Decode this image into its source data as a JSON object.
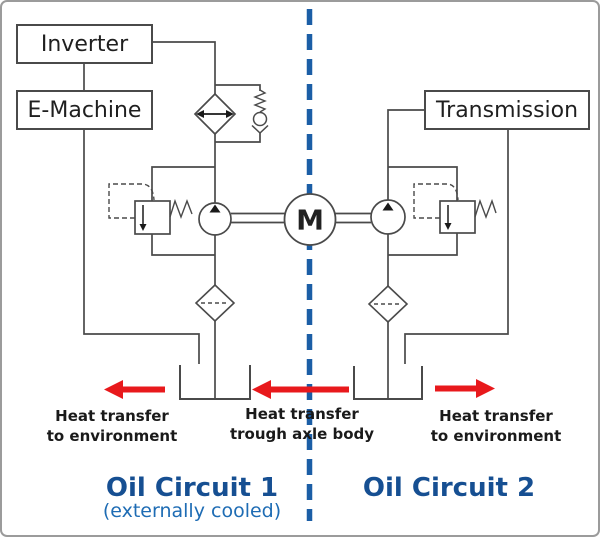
{
  "colors": {
    "line": "#4a4a4a",
    "divider_blue": "#1b5ea6",
    "arrow_red": "#e8191c",
    "circuit_title_blue": "#164f92",
    "circuit_subtitle_blue": "#1e6cb4",
    "label_text": "#1a1a1a"
  },
  "boxes": {
    "inverter": "Inverter",
    "e_machine": "E-Machine",
    "transmission": "Transmission"
  },
  "motor": {
    "label": "M"
  },
  "heat_labels": {
    "left": {
      "line1": "Heat transfer",
      "line2": "to environment"
    },
    "center": {
      "line1": "Heat transfer",
      "line2": "trough axle body"
    },
    "right": {
      "line1": "Heat transfer",
      "line2": "to environment"
    }
  },
  "circuits": {
    "left": {
      "title": "Oil Circuit 1",
      "subtitle": "(externally cooled)"
    },
    "right": {
      "title": "Oil Circuit 2"
    }
  },
  "symbols": [
    "heat-exchanger",
    "check-valve",
    "pressure-relief-valve",
    "pump",
    "electric-motor",
    "suction-filter",
    "oil-tank",
    "heat-flow-arrow"
  ]
}
